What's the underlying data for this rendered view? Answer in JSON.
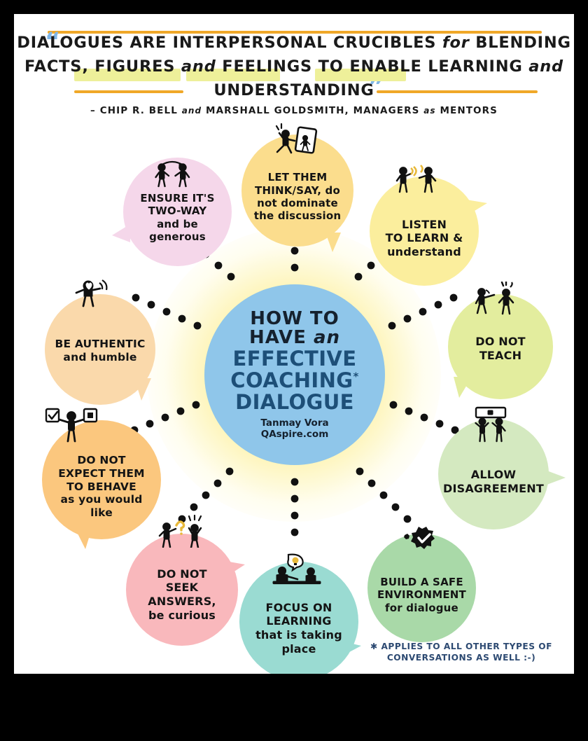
{
  "poster": {
    "header": {
      "quote_open": "“",
      "quote_close": "”",
      "line1": "DIALOGUES  ARE INTERPERSONAL CRUCIBLES ",
      "line1_italic": "for",
      "line1_end": " BLENDING",
      "line2_a": "FACTS, FIGURES ",
      "line2_and": "and",
      "line2_b": " FEELINGS TO ENABLE LEARNING ",
      "line2_and2": "and",
      "line3": "UNDERSTANDING",
      "attribution_a": "– CHIP R. BELL ",
      "attribution_and": "and",
      "attribution_b": " MARSHALL  GOLDSMITH, MANAGERS ",
      "attribution_as": "as",
      "attribution_c": " MENTORS"
    },
    "center": {
      "line1": "HOW TO",
      "line2a": "HAVE ",
      "line2b": "an",
      "line3": "EFFECTIVE",
      "line4": "COACHING",
      "line4_star": "*",
      "line5": "DIALOGUE",
      "author": "Tanmay Vora",
      "site": "QAspire.com"
    },
    "bubbles": [
      {
        "id": "ensure-two-way",
        "text": "ENSURE IT'S\nTWO-WAY\nand be\ngenerous",
        "color": "#f5d7ea",
        "icon": "two-people-exchange-icon"
      },
      {
        "id": "let-them-think-say",
        "text": "LET THEM\nTHINK/SAY, do\nnot dominate\nthe discussion",
        "color": "#fbdd8d",
        "icon": "person-presenting-icon"
      },
      {
        "id": "listen-to-learn",
        "text": "LISTEN\nTO LEARN &\nunderstand",
        "color": "#fbee9d",
        "icon": "two-people-listening-icon"
      },
      {
        "id": "do-not-teach",
        "text": "DO NOT\nTEACH",
        "color": "#e3ed9e",
        "icon": "person-pointing-icon"
      },
      {
        "id": "allow-disagreement",
        "text": "ALLOW\nDISAGREEMENT",
        "color": "#d4e9c0",
        "icon": "two-people-sign-icon"
      },
      {
        "id": "build-safe-environment",
        "text": "BUILD A SAFE\nENVIRONMENT\nfor dialogue",
        "color": "#a9d9a8",
        "icon": "checkmark-badge-icon"
      },
      {
        "id": "focus-on-learning",
        "text": "FOCUS ON\nLEARNING\nthat is taking\nplace",
        "color": "#9adbd2",
        "icon": "two-people-idea-icon"
      },
      {
        "id": "do-not-seek-answers",
        "text": "DO NOT\nSEEK\nANSWERS,\nbe curious",
        "color": "#f9b8bc",
        "icon": "person-question-icon"
      },
      {
        "id": "do-not-expect-behave",
        "text": "DO NOT\nEXPECT THEM\nTO BEHAVE\nas you would\nlike",
        "color": "#fbc77e",
        "icon": "person-checkboxes-icon"
      },
      {
        "id": "be-authentic",
        "text": "BE AUTHENTIC\nand humble",
        "color": "#fad9ab",
        "icon": "person-heart-icon"
      }
    ],
    "footnote": "✱ APPLIES TO ALL OTHER TYPES OF\nCONVERSATIONS AS WELL :-)"
  }
}
